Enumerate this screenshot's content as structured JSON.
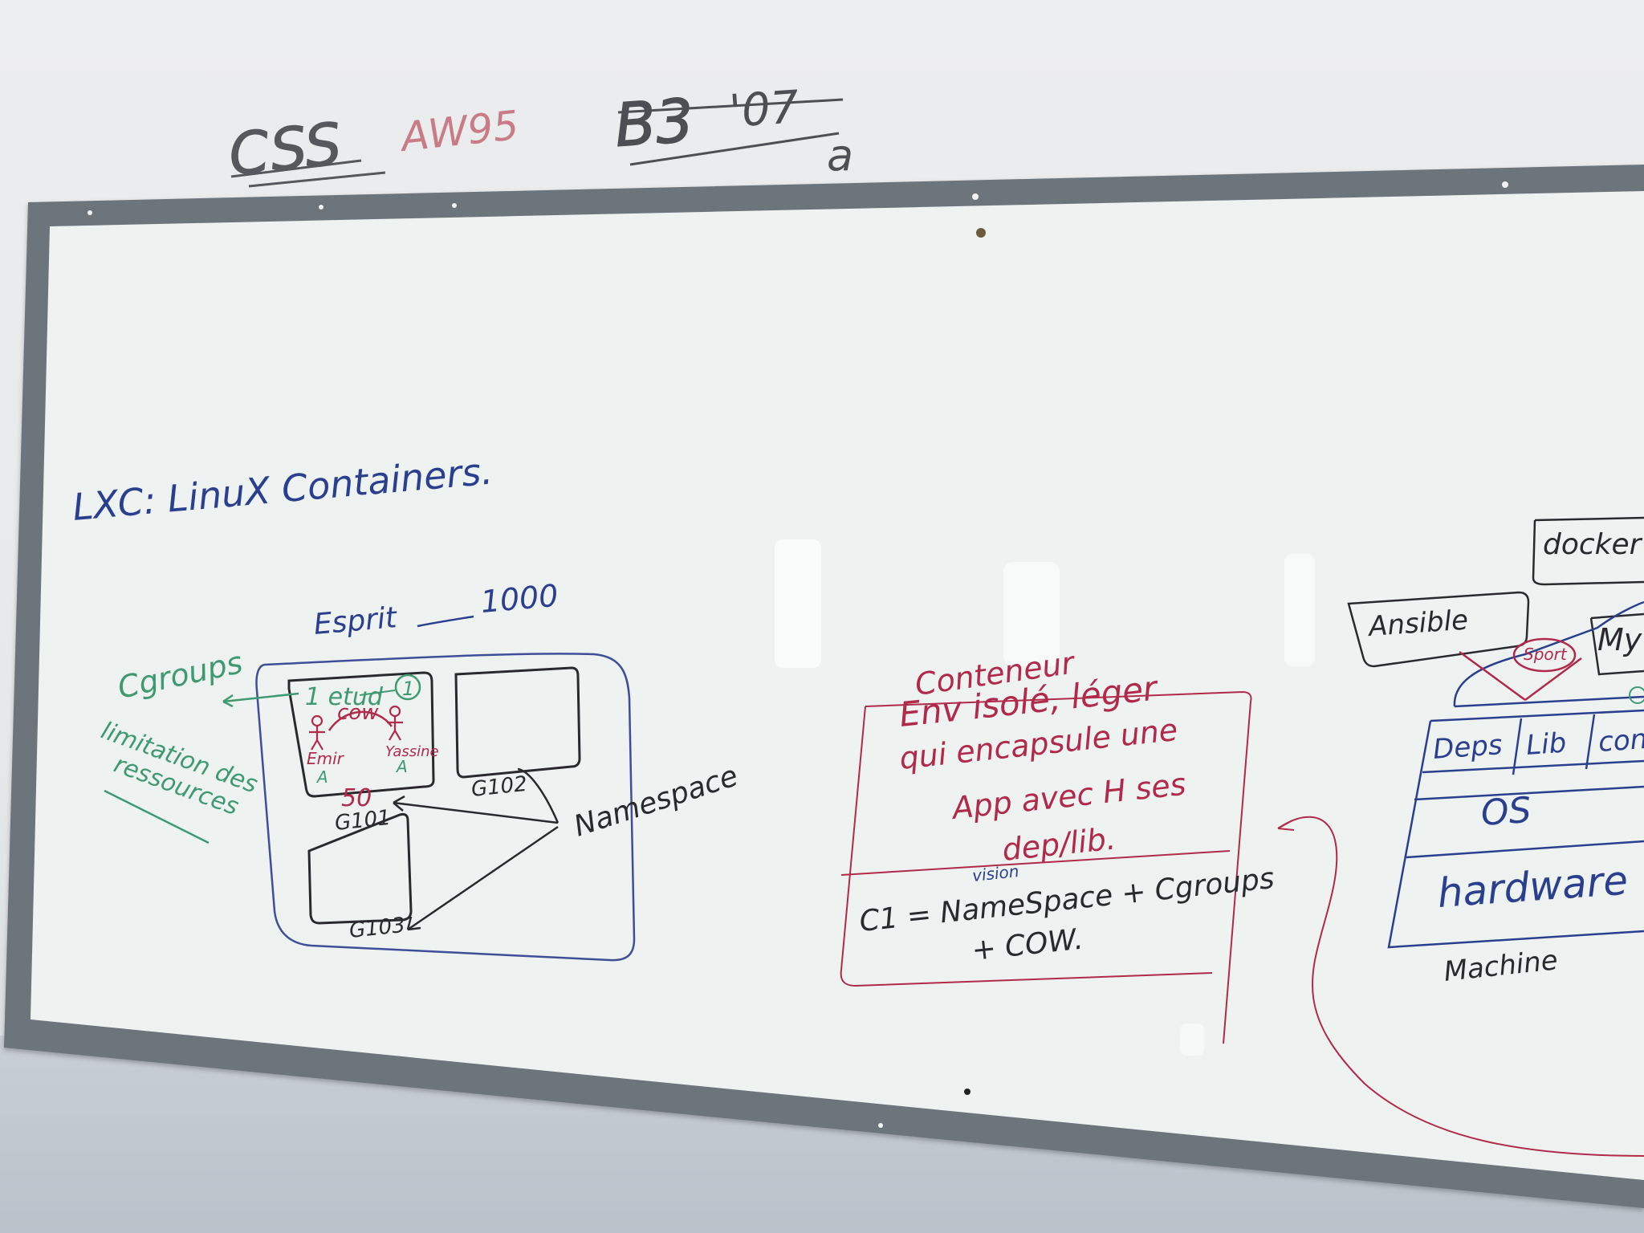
{
  "wall": {
    "scribbles": [
      "CSS",
      "AW95",
      "B3",
      "'07",
      "a"
    ]
  },
  "board": {
    "title": "LXC: LinuX Containers.",
    "left_diagram": {
      "esprit": "Esprit",
      "count": "1000",
      "cgroups": "Cgroups",
      "limitation_line1": "limitation des",
      "limitation_line2": "ressources",
      "etud_label": "1 etud",
      "circled_one": "1",
      "cow": "cow",
      "person_left": "Emir",
      "person_right": "Yassine",
      "person_left_letter": "A",
      "person_right_letter": "A",
      "room_count": "50",
      "room_1": "G101",
      "room_2": "G102",
      "room_3": "G103",
      "namespace": "Namespace"
    },
    "middle_box": {
      "title": "Conteneur",
      "line1": "Env isolé, léger",
      "line2": "qui encapsule une",
      "line3": "App avec H ses",
      "line4": "dep/lib.",
      "vision": "vision",
      "formula_line1": "C1 = NameSpace + Cgroups",
      "formula_line2": "+ COW."
    },
    "right_diagram": {
      "docker": "docker",
      "ansible": "Ansible",
      "my": "My",
      "sport": "Sport",
      "deps": "Deps",
      "lib": "Lib",
      "conf": "conf",
      "os": "OS",
      "hardware": "hardware",
      "machine": "Machine"
    },
    "colors": {
      "blue": "#2b3f8f",
      "green": "#3f9a72",
      "red": "#b12a4c",
      "black": "#2a2a2e",
      "frame": "#6d757c",
      "surface": "#f1f4f3"
    }
  }
}
